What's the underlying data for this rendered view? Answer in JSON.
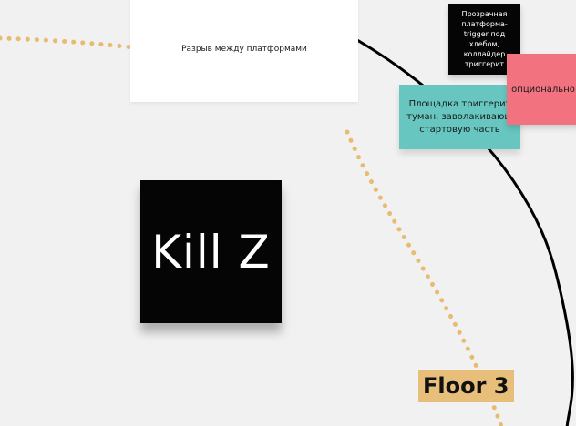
{
  "board": {
    "notes": {
      "platform_gap": "Разрыв между платформами",
      "transparent_platform": "Прозрачная платформа-trigger под хлебом, коллайдер триггерит",
      "trigger_area": "Площадка триггерит туман, заволакивающ стартовую часть",
      "optional": "опционально",
      "kill_z": "Kill Z"
    },
    "floor_label": "Floor 3"
  },
  "colors": {
    "background": "#f1f1f1",
    "sticky_white": "#ffffff",
    "sticky_black": "#050505",
    "sticky_teal": "#67c6c0",
    "sticky_pink": "#f2727f",
    "label_orange": "#e7bf7b",
    "dotted_path": "#e8bb73",
    "curve_line": "#000000"
  }
}
